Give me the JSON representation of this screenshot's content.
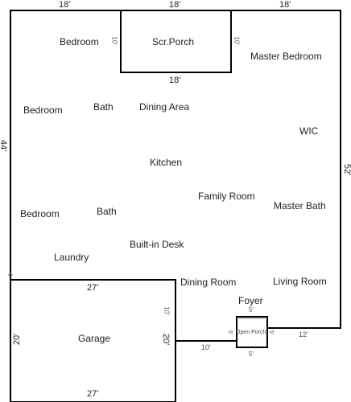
{
  "dimensions": {
    "top_left": "18'",
    "top_mid": "18'",
    "top_right": "18'",
    "porch_bottom": "18'",
    "porch_left": "10'",
    "porch_right": "10'",
    "left_side": "44'",
    "right_side": "52'",
    "garage_top": "27'",
    "garage_bottom": "27'",
    "garage_left": "20'",
    "garage_right": "20'",
    "garage_right_small": "10'",
    "connector": "10'",
    "open_porch_top": "5'",
    "open_porch_bottom": "5'",
    "open_porch_left": "5'",
    "open_porch_right": "5'",
    "right_bottom": "12'"
  },
  "rooms": {
    "bedroom_top": "Bedroom",
    "screen_porch": "Scr.Porch",
    "master_bedroom": "Master Bedroom",
    "bedroom_mid": "Bedroom",
    "bath_upper": "Bath",
    "dining_area": "Dining Area",
    "wic": "WIC",
    "kitchen": "Kitchen",
    "family_room": "Family Room",
    "master_bath": "Master Bath",
    "bedroom_lower": "Bedroom",
    "bath_lower": "Bath",
    "built_in_desk": "Built-in Desk",
    "laundry": "Laundry",
    "dining_room": "Dining Room",
    "living_room": "Living Room",
    "foyer": "Foyer",
    "garage": "Garage",
    "open_porch": "Open Porch"
  }
}
